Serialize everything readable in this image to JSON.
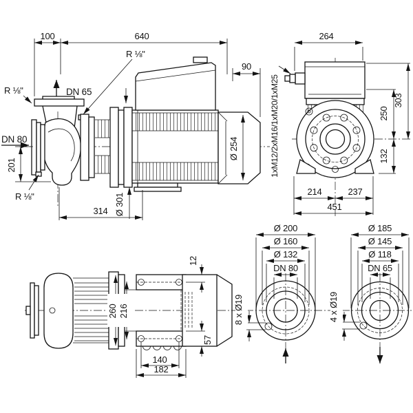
{
  "side_view": {
    "d100": "100",
    "d640": "640",
    "d90": "90",
    "plug_thread": "R ⅛\"",
    "dn65": "DN 65",
    "dn80": "DN 80",
    "d201": "201",
    "d314": "314",
    "d301": "Ø 301",
    "d254": "Ø 254"
  },
  "end_view": {
    "d264": "264",
    "cable_glands": "1xM12/2xM16/1xM20/1xM25",
    "d303": "303",
    "d250": "250",
    "d132": "132",
    "d214": "214",
    "d237": "237",
    "d451": "451"
  },
  "plan_view": {
    "d12": "12",
    "d260": "260",
    "d216": "216",
    "d57": "57",
    "d140": "140",
    "d182": "182"
  },
  "flange_dn80": {
    "d_outer": "Ø 200",
    "d_bolt_circle": "Ø 160",
    "d_face": "Ø 132",
    "dn": "DN 80",
    "holes": "8 x Ø19"
  },
  "flange_dn65": {
    "d_outer": "Ø 185",
    "d_bolt_circle": "Ø 145",
    "d_face": "Ø 118",
    "dn": "DN 65",
    "holes": "4 x Ø19"
  }
}
